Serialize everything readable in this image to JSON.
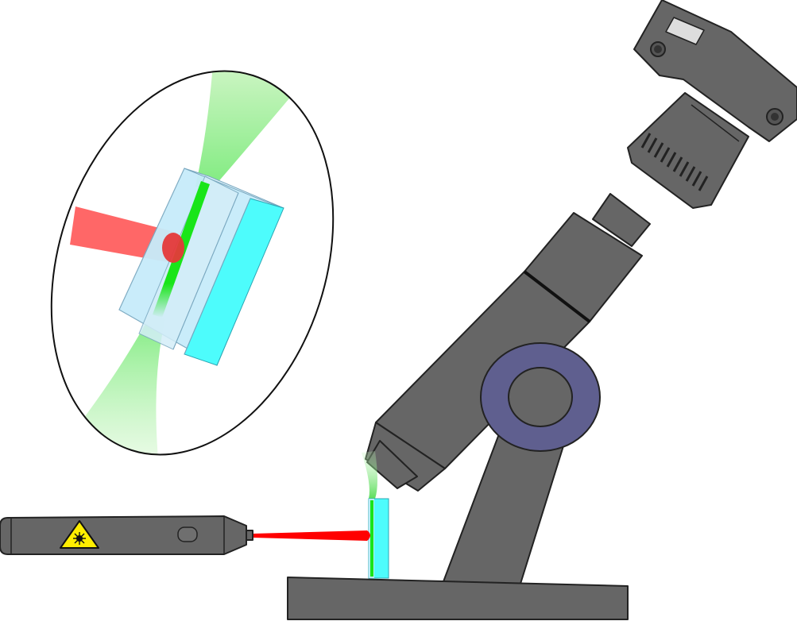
{
  "diagram": {
    "components": [
      {
        "id": "laser-pointer",
        "icon": "laser-hazard-icon"
      },
      {
        "id": "sample-cuvette"
      },
      {
        "id": "microscope"
      },
      {
        "id": "camera"
      },
      {
        "id": "magnified-inset"
      }
    ],
    "beams": {
      "excitation": "red",
      "emission": "green"
    },
    "colors": {
      "background": "#ffffff",
      "instrument_body": "#666666",
      "instrument_outline": "#222222",
      "focus_knob": "#5f5f8f",
      "laser_beam": "#ff0000",
      "emission_beam": "#00e000",
      "cuvette": "#4dfcfc",
      "cuvette_glass": "#c7ecfa",
      "hazard_yellow": "#ffee00"
    }
  }
}
